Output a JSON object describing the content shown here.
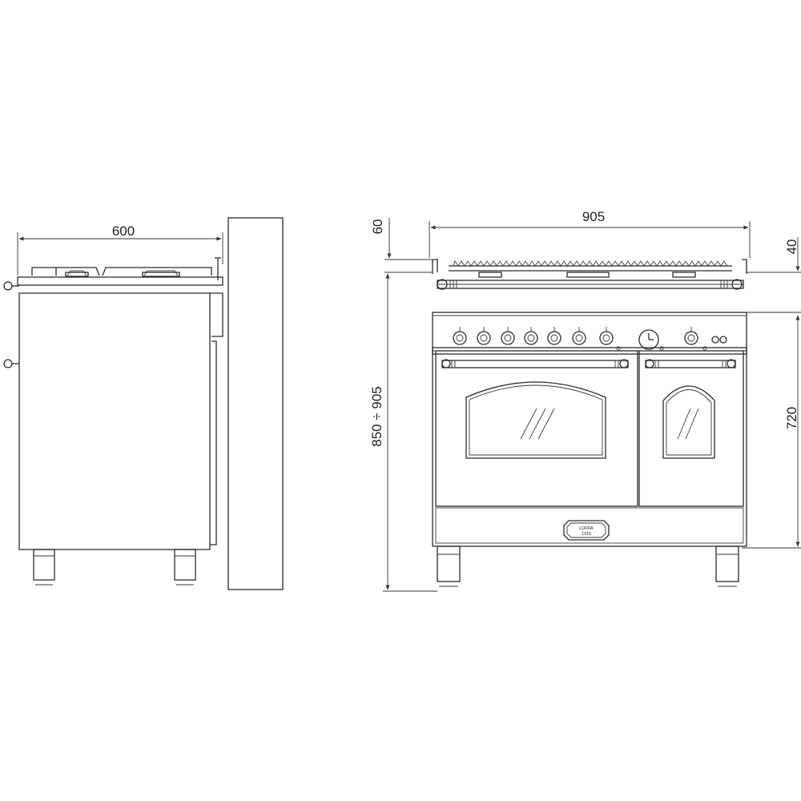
{
  "dimensions": {
    "side_depth": "600",
    "front_width": "905",
    "worktop_offset": "60",
    "top_depth": "40",
    "overall_height": "850 ÷ 905",
    "body_height": "720"
  },
  "brand": {
    "name": "LOFRA",
    "sub": "1919"
  }
}
